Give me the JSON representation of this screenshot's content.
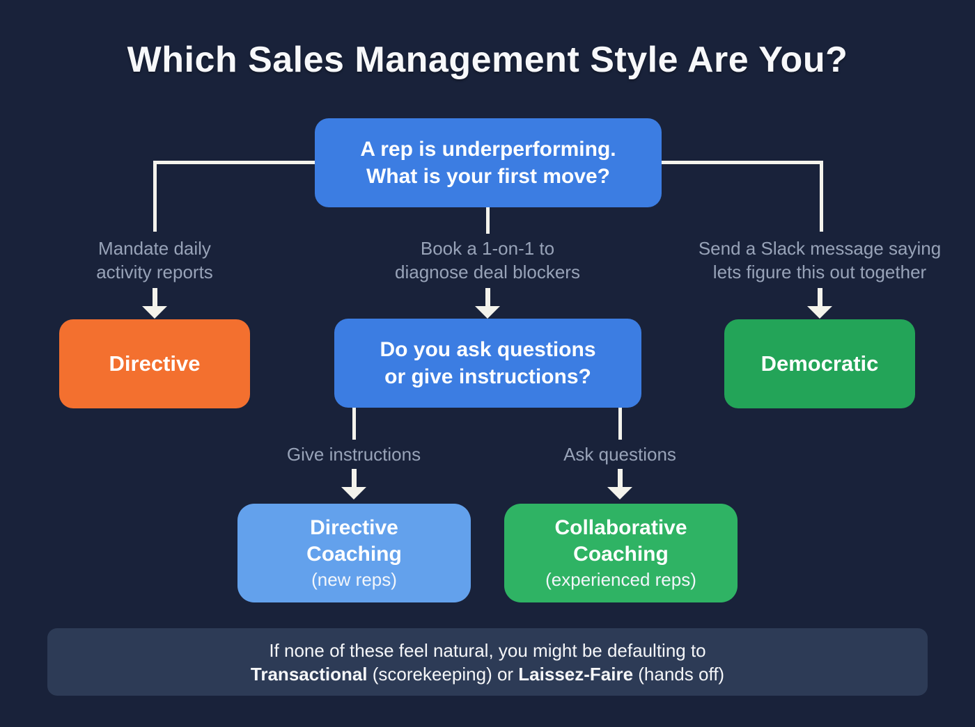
{
  "title": "Which Sales Management Style Are You?",
  "root": {
    "text": "A rep is underperforming.\nWhat is your first move?"
  },
  "branch_labels": {
    "left": "Mandate daily\nactivity reports",
    "mid": "Book a 1-on-1 to\ndiagnose deal blockers",
    "right": "Send a Slack message saying\nlets figure this out together"
  },
  "nodes": {
    "directive": {
      "label": "Directive"
    },
    "question": {
      "text": "Do you ask questions\nor give instructions?"
    },
    "democratic": {
      "label": "Democratic"
    },
    "directive_coaching": {
      "title": "Directive\nCoaching",
      "note": "(new reps)"
    },
    "collaborative_coaching": {
      "title": "Collaborative\nCoaching",
      "note": "(experienced reps)"
    }
  },
  "sub_branch_labels": {
    "give": "Give instructions",
    "ask": "Ask questions"
  },
  "footer": {
    "line1": "If none of these feel natural, you might be defaulting to",
    "bold1": "Transactional",
    "mid": " (scorekeeping) or ",
    "bold2": "Laissez-Faire",
    "tail": " (hands off)"
  },
  "colors": {
    "background": "#19223a",
    "primary_blue": "#3c7de2",
    "light_blue": "#63a1ec",
    "orange": "#f3702f",
    "green_dark": "#23a458",
    "green_light": "#2fb364",
    "label_gray": "#98a3b8",
    "line_white": "#f4f3ec",
    "footer_bg": "#2d3b56"
  }
}
